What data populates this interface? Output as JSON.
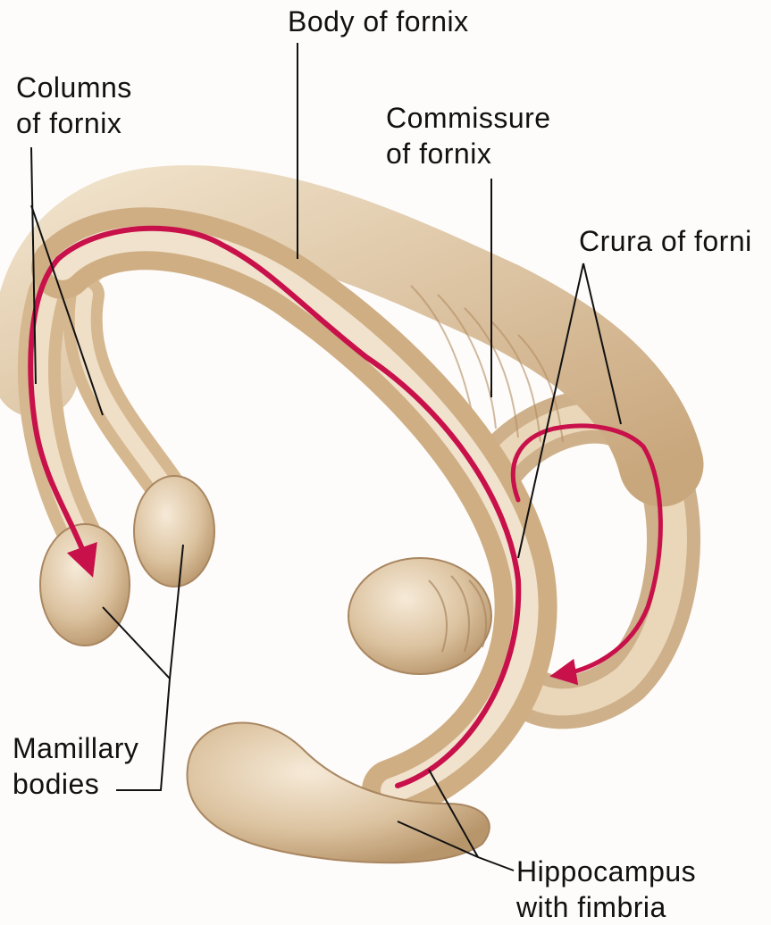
{
  "labels": {
    "body_of_fornix": "Body of fornix",
    "columns_of_fornix": "Columns\nof fornix",
    "commissure_of_fornix": "Commissure\nof fornix",
    "crura_of_fornix": "Crura of forni",
    "mamillary_bodies": "Mamillary\nbodies",
    "hippocampus_with_fimbria": "Hippocampus\nwith fimbria"
  },
  "colors": {
    "pathway_arrow": "#c8104a",
    "tissue": "#dcc3a0",
    "leader_line": "#111111"
  }
}
